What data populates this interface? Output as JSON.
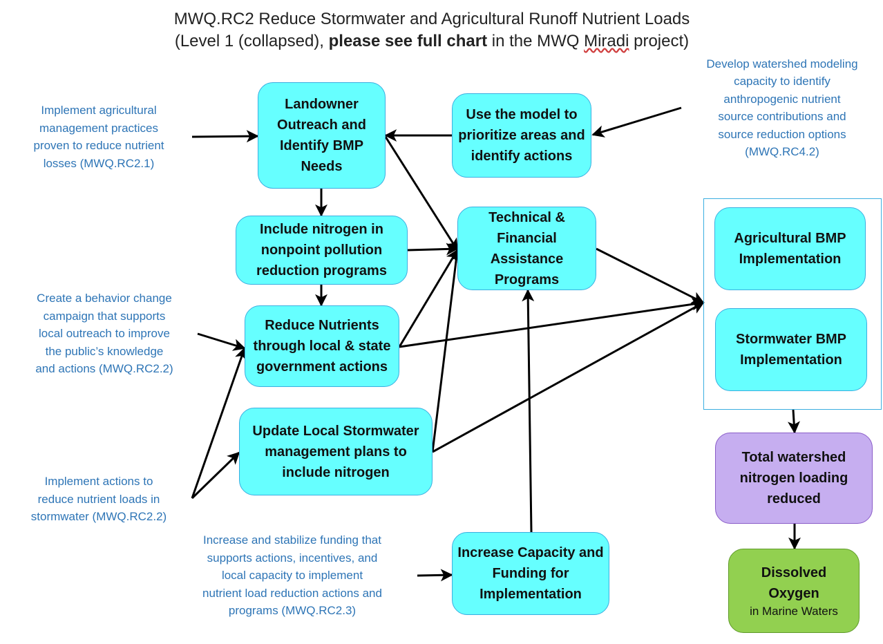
{
  "title": {
    "line1": "MWQ.RC2 Reduce Stormwater and Agricultural Runoff Nutrient Loads",
    "line2_pre": "(Level 1 (collapsed), ",
    "line2_bold": "please see full chart",
    "line2_mid": " in the MWQ ",
    "line2_miradi": "Miradi",
    "line2_post": " project)"
  },
  "colors": {
    "strategy_fill": "#fdefc6",
    "strategy_border": "#c9a53c",
    "strategy_text": "#2e75b6",
    "result_fill": "#66ffff",
    "result_border": "#3aaee0",
    "target_fill": "#c6aef0",
    "goal_fill": "#92d050",
    "arrow": "#000000"
  },
  "strategies": {
    "ag_practices": "Implement agricultural management practices proven to reduce nutrient losses (MWQ.RC2.1)",
    "watershed_modeling": "Develop watershed modeling capacity to identify anthropogenic nutrient source contributions and source reduction options (MWQ.RC4.2)",
    "behavior_campaign": "Create a behavior change campaign that supports local outreach to improve the public’s knowledge and actions (MWQ.RC2.2)",
    "stormwater_actions": "Implement actions to reduce nutrient loads in stormwater (MWQ.RC2.2)",
    "funding": "Increase and stabilize funding that supports actions, incentives, and local capacity to implement nutrient load reduction actions and programs (MWQ.RC2.3)"
  },
  "results": {
    "landowner": "Landowner Outreach and Identify BMP Needs",
    "use_model": "Use the model to prioritize areas and identify actions",
    "include_nitrogen": "Include nitrogen in nonpoint pollution reduction programs",
    "technical": "Technical & Financial Assistance Programs",
    "reduce_nutrients": "Reduce Nutrients through local & state government actions",
    "update_local": "Update Local Stormwater management plans to include nitrogen",
    "capacity": "Increase Capacity and Funding for Implementation",
    "ag_bmp": "Agricultural BMP Implementation",
    "storm_bmp": "Stormwater BMP Implementation"
  },
  "target": "Total watershed nitrogen loading reduced",
  "goal": {
    "title": "Dissolved Oxygen",
    "subtitle": "in Marine Waters"
  },
  "links": [
    [
      "ag_practices",
      "landowner"
    ],
    [
      "watershed_modeling",
      "use_model"
    ],
    [
      "use_model",
      "landowner"
    ],
    [
      "landowner",
      "include_nitrogen"
    ],
    [
      "landowner",
      "technical"
    ],
    [
      "include_nitrogen",
      "technical"
    ],
    [
      "include_nitrogen",
      "reduce_nutrients"
    ],
    [
      "behavior_campaign",
      "reduce_nutrients"
    ],
    [
      "stormwater_actions",
      "reduce_nutrients"
    ],
    [
      "stormwater_actions",
      "update_local"
    ],
    [
      "reduce_nutrients",
      "technical"
    ],
    [
      "reduce_nutrients",
      "bmp_group"
    ],
    [
      "update_local",
      "technical"
    ],
    [
      "update_local",
      "bmp_group"
    ],
    [
      "technical",
      "bmp_group"
    ],
    [
      "funding",
      "capacity"
    ],
    [
      "capacity",
      "technical"
    ],
    [
      "bmp_group",
      "target"
    ],
    [
      "target",
      "goal"
    ]
  ]
}
